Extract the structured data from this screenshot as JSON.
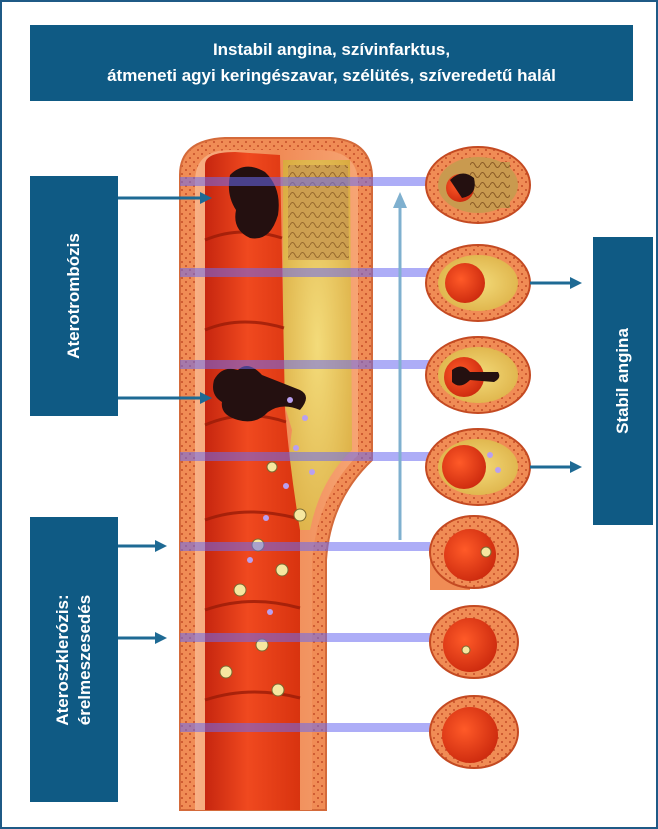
{
  "header": {
    "line1": "Instabil angina, szívinfarktus,",
    "line2": "átmeneti agyi keringészavar, szélütés, szíveredetű halál"
  },
  "labels": {
    "aterotrombozis": "Aterotrombózis",
    "stabil_angina": "Stabil angina",
    "ateroszklerozis_line1": "Ateroszklerózis:",
    "ateroszklerozis_line2": "érelmeszesedés"
  },
  "colors": {
    "box_blue": "#0f5a84",
    "arrow_blue": "#1e6a94",
    "vessel_red": "#e2401c",
    "vessel_light": "#f4a070",
    "plaque_yellow": "#e9c95a",
    "thrombus": "#241010",
    "band_blue": "#5a5ae6"
  }
}
